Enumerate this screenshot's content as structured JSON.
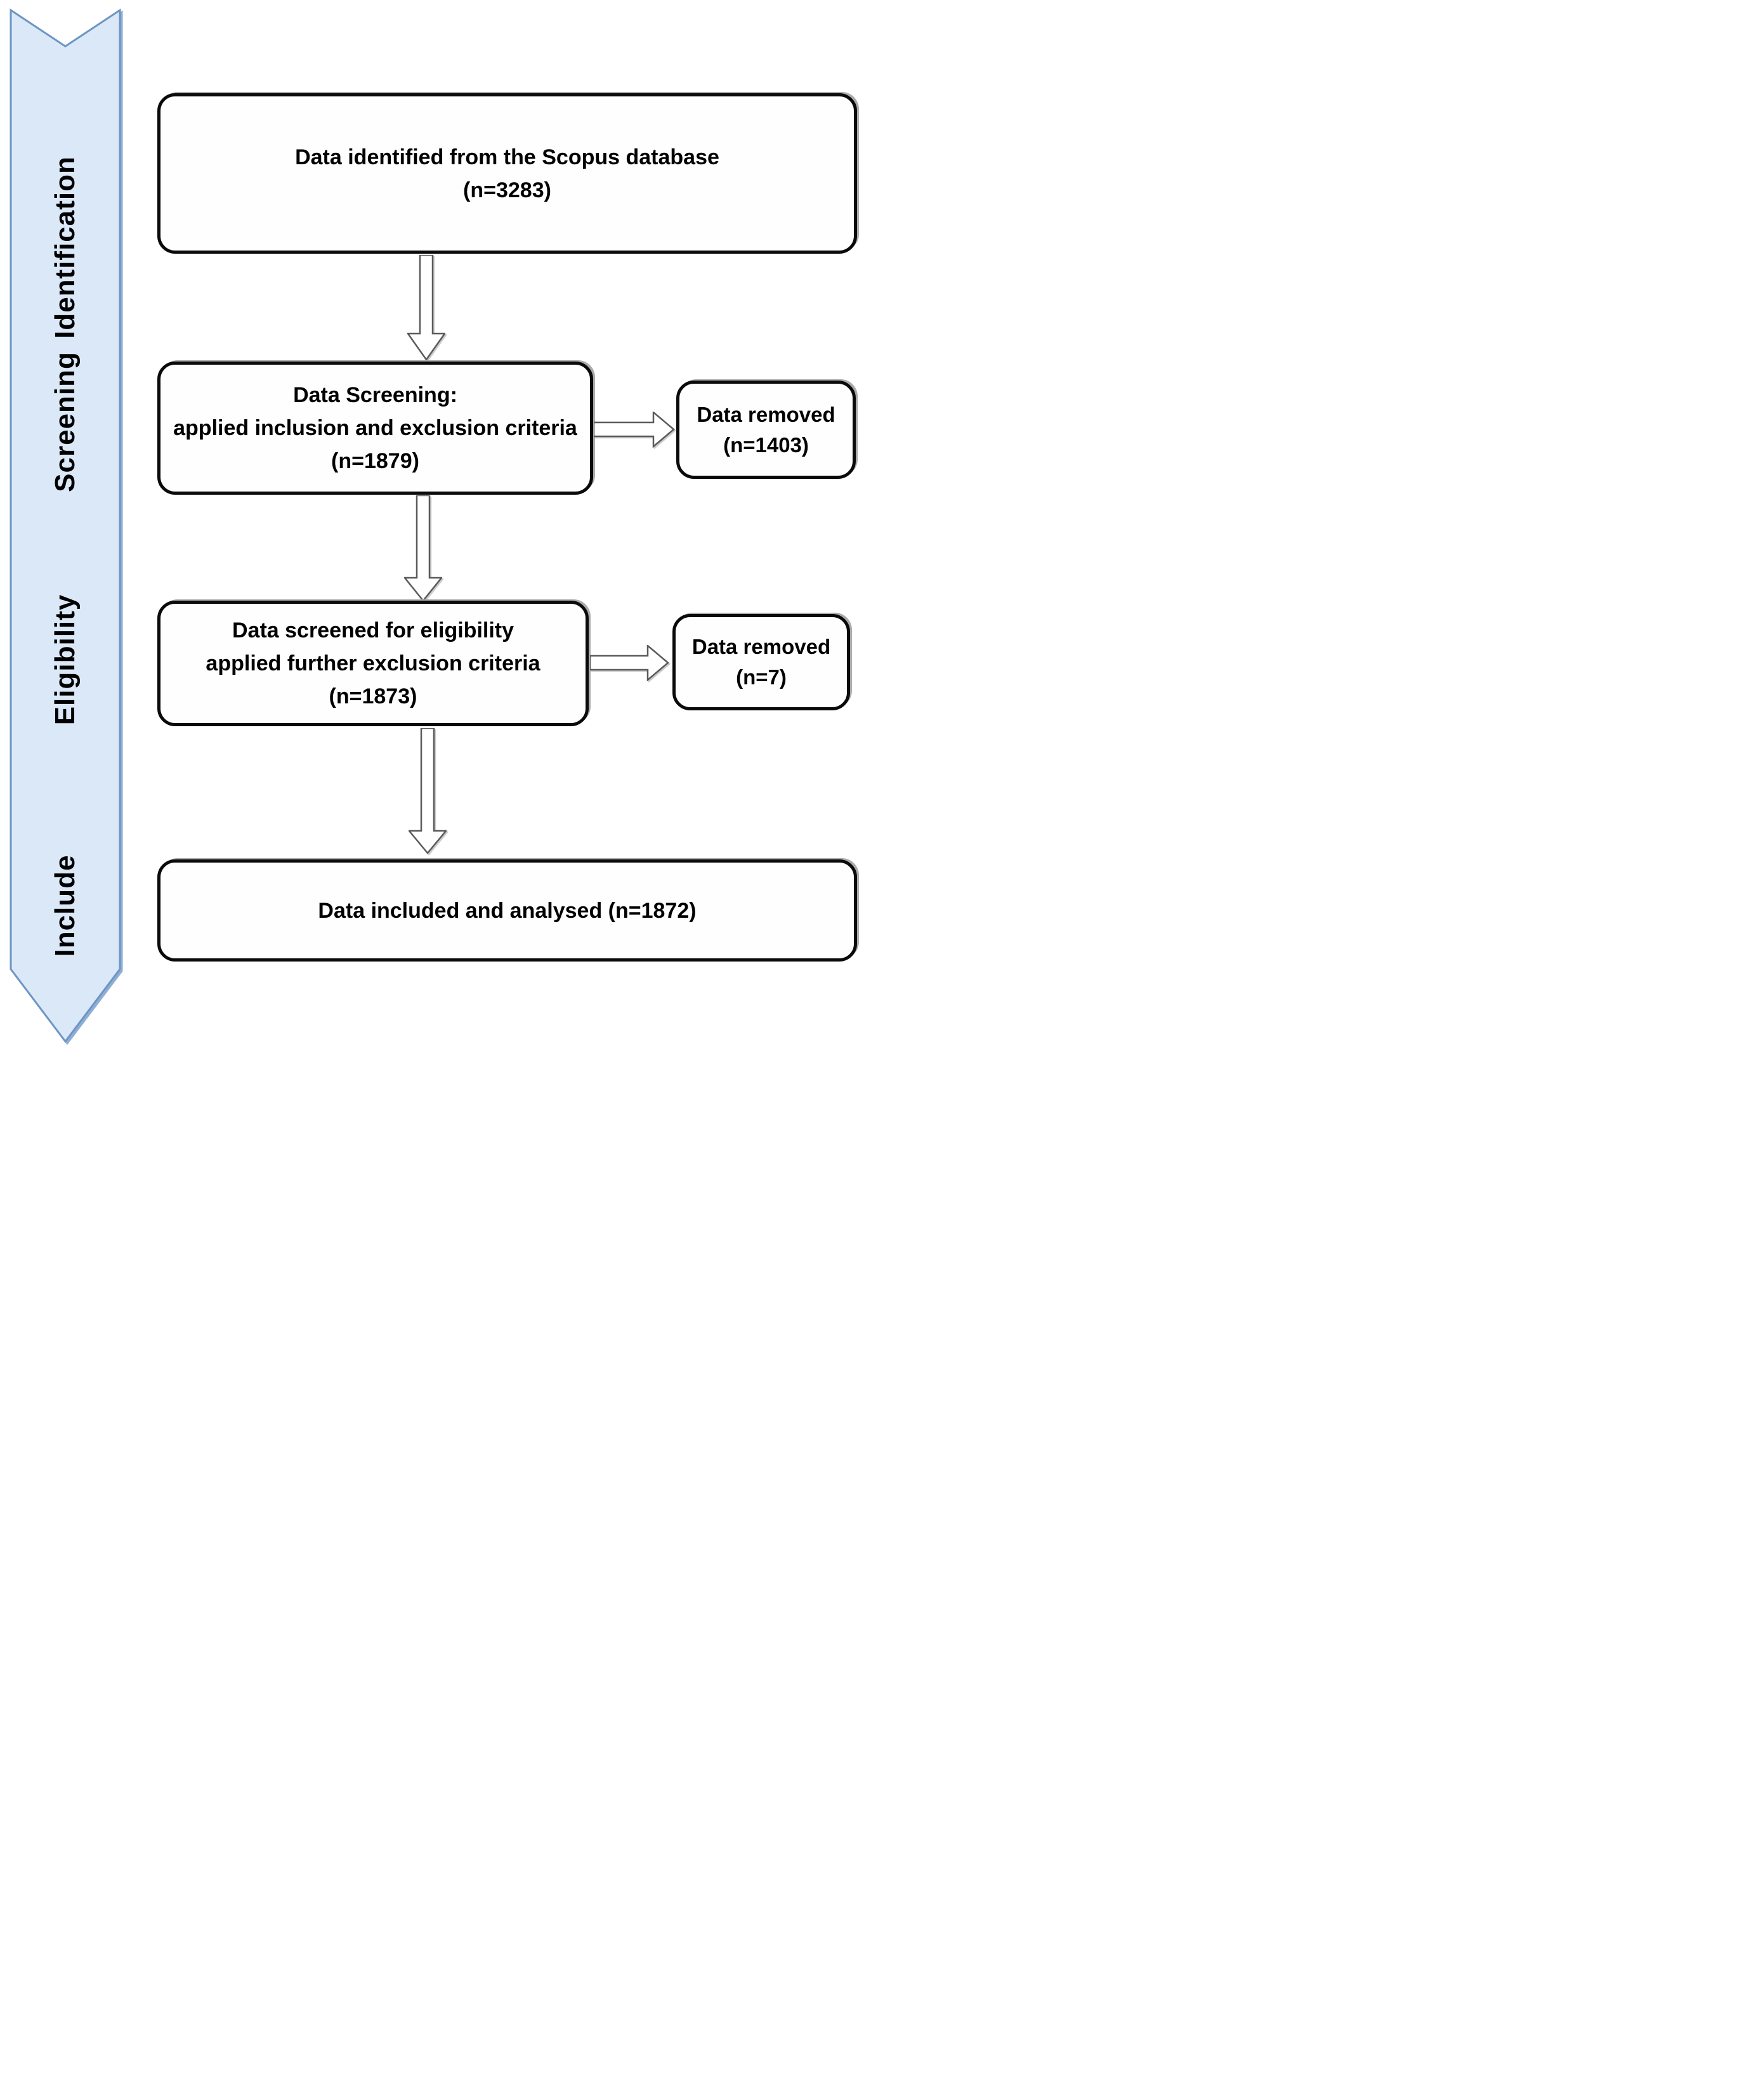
{
  "diagram_type": "prisma-flowchart",
  "sidebar": {
    "stages": [
      {
        "label": "Identification"
      },
      {
        "label": "Screening"
      },
      {
        "label": "Eligibility"
      },
      {
        "label": "Include"
      }
    ],
    "fill_color": "#dae8f8",
    "border_color": "#6d95c4"
  },
  "flow": {
    "main_boxes": [
      {
        "id": "identification",
        "lines": [
          "Data identified from the Scopus database",
          "(n=3283)"
        ]
      },
      {
        "id": "screening",
        "lines": [
          "Data Screening:",
          "applied inclusion and exclusion criteria",
          "(n=1879)"
        ]
      },
      {
        "id": "eligibility",
        "lines": [
          "Data screened for eligibility",
          "applied further exclusion criteria",
          "(n=1873)"
        ]
      },
      {
        "id": "included",
        "lines": [
          "Data included and analysed (n=1872)"
        ]
      }
    ],
    "side_boxes": [
      {
        "id": "screening-removed",
        "lines": [
          "Data removed",
          "(n=1403)"
        ]
      },
      {
        "id": "eligibility-removed",
        "lines": [
          "Data removed",
          "(n=7)"
        ]
      }
    ]
  },
  "colors": {
    "box_border": "#0a0a0a",
    "box_fill": "#fefefe",
    "arrow_outline": "#5a5a5a",
    "text": "#000000"
  }
}
